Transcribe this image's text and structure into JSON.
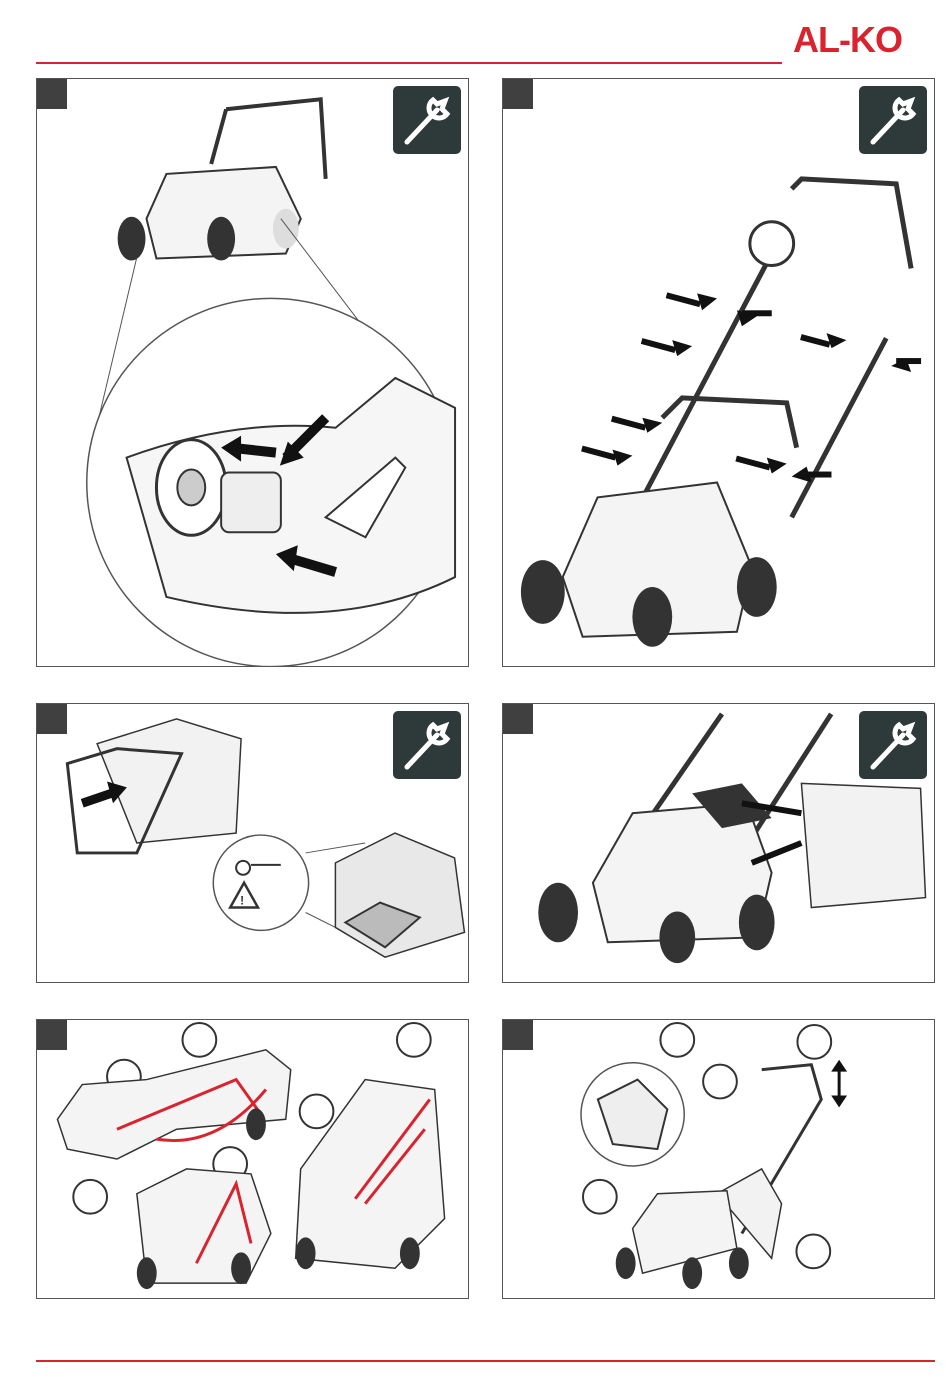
{
  "header": {
    "brand": "AL-KO",
    "brand_color": "#d9232e"
  },
  "panels": [
    {
      "id": "panel-1",
      "content": "handle-clamp-detail",
      "tool": "wrench-icon"
    },
    {
      "id": "panel-2",
      "content": "handle-assembly",
      "tool": "wrench-icon"
    },
    {
      "id": "panel-3",
      "content": "grass-bag-assembly",
      "tool": "wrench-icon"
    },
    {
      "id": "panel-4",
      "content": "grass-bag-attach",
      "tool": "wrench-icon"
    },
    {
      "id": "panel-5",
      "content": "cable-routing"
    },
    {
      "id": "panel-6",
      "content": "height-adjust"
    }
  ],
  "colors": {
    "accent": "#d9232e",
    "tag": "#404040",
    "tool_badge": "#2e3a39",
    "line": "#333333"
  }
}
